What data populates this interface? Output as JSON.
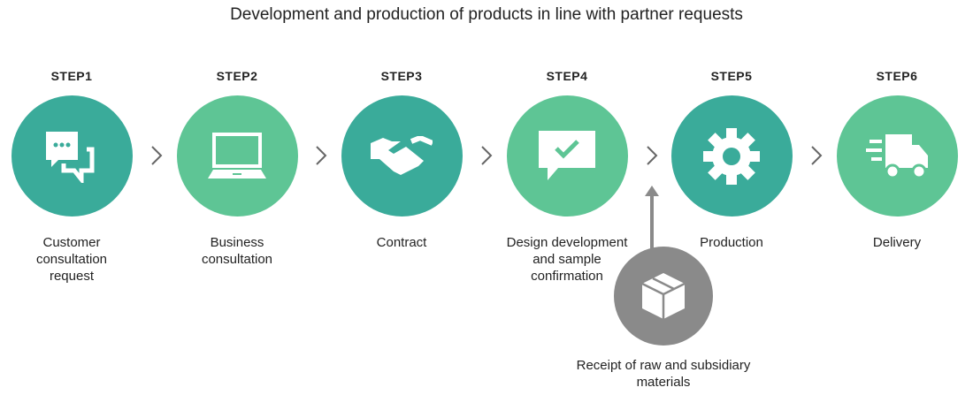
{
  "title": "Development and production of products in line with partner requests",
  "colors": {
    "dark": "#3aab9a",
    "light": "#5ec595",
    "gray": "#8a8a8a"
  },
  "steps": [
    {
      "label": "STEP1",
      "desc": "Customer consultation request",
      "icon": "chat-bubbles-icon"
    },
    {
      "label": "STEP2",
      "desc": "Business consultation",
      "icon": "laptop-icon"
    },
    {
      "label": "STEP3",
      "desc": "Contract",
      "icon": "handshake-icon"
    },
    {
      "label": "STEP4",
      "desc": "Design development and sample confirmation",
      "icon": "checkmark-message-icon"
    },
    {
      "label": "STEP5",
      "desc": "Production",
      "icon": "gear-icon"
    },
    {
      "label": "STEP6",
      "desc": "Delivery",
      "icon": "delivery-truck-icon"
    }
  ],
  "materials": {
    "desc": "Receipt of raw and subsidiary materials",
    "icon": "box-icon"
  }
}
